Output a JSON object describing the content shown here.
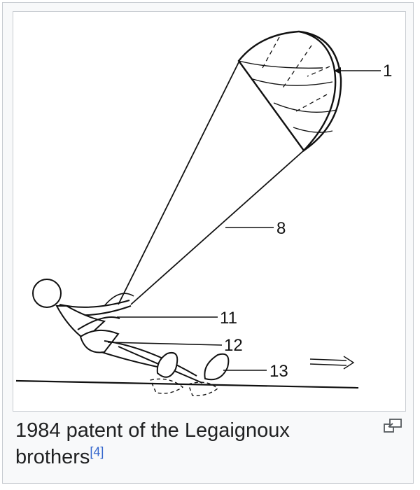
{
  "figure": {
    "labels": [
      "1",
      "8",
      "11",
      "12",
      "13"
    ],
    "caption_text": "1984 patent of the Legaignoux brothers",
    "reference": "[4]",
    "magnify_icon": "magnify-clip-icon"
  }
}
